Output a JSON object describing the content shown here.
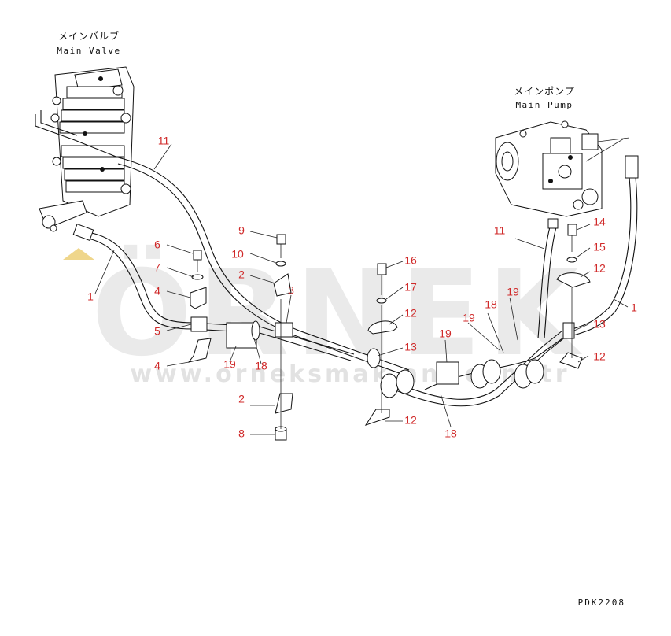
{
  "components": {
    "main_valve": {
      "jp": "メインバルブ",
      "en": "Main Valve"
    },
    "main_pump": {
      "jp": "メインポンプ",
      "en": "Main Pump"
    }
  },
  "watermark": {
    "brand": "ÖRNEK",
    "url": "www.orneksmak  an   .com.tr"
  },
  "part_numbers": [
    {
      "id": "c-11a",
      "label": "11"
    },
    {
      "id": "c-1a",
      "label": "1"
    },
    {
      "id": "c-6",
      "label": "6"
    },
    {
      "id": "c-7",
      "label": "7"
    },
    {
      "id": "c-4a",
      "label": "4"
    },
    {
      "id": "c-5",
      "label": "5"
    },
    {
      "id": "c-4b",
      "label": "4"
    },
    {
      "id": "c-19a",
      "label": "19"
    },
    {
      "id": "c-18a",
      "label": "18"
    },
    {
      "id": "c-9",
      "label": "9"
    },
    {
      "id": "c-10",
      "label": "10"
    },
    {
      "id": "c-2a",
      "label": "2"
    },
    {
      "id": "c-3",
      "label": "3"
    },
    {
      "id": "c-2b",
      "label": "2"
    },
    {
      "id": "c-8",
      "label": "8"
    },
    {
      "id": "c-16",
      "label": "16"
    },
    {
      "id": "c-17",
      "label": "17"
    },
    {
      "id": "c-12a",
      "label": "12"
    },
    {
      "id": "c-13a",
      "label": "13"
    },
    {
      "id": "c-19b",
      "label": "19"
    },
    {
      "id": "c-12b",
      "label": "12"
    },
    {
      "id": "c-18b",
      "label": "18"
    },
    {
      "id": "c-11b",
      "label": "11"
    },
    {
      "id": "c-19c",
      "label": "19"
    },
    {
      "id": "c-18c",
      "label": "18"
    },
    {
      "id": "c-19d",
      "label": "19"
    },
    {
      "id": "c-14",
      "label": "14"
    },
    {
      "id": "c-15",
      "label": "15"
    },
    {
      "id": "c-12c",
      "label": "12"
    },
    {
      "id": "c-1b",
      "label": "1"
    },
    {
      "id": "c-13b",
      "label": "13"
    },
    {
      "id": "c-12d",
      "label": "12"
    }
  ],
  "drawing_code": "PDK2208"
}
